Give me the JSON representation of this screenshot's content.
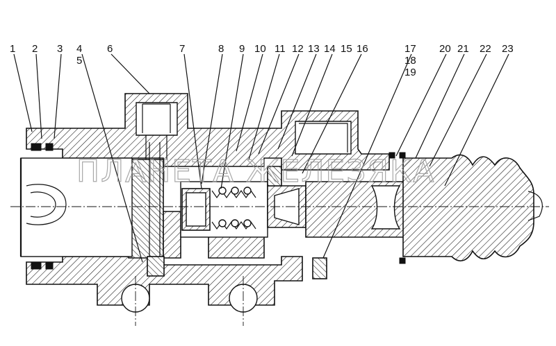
{
  "diagram": {
    "callouts": [
      "1",
      "2",
      "3",
      "4",
      "5",
      "6",
      "7",
      "8",
      "9",
      "10",
      "11",
      "12",
      "13",
      "14",
      "15",
      "16",
      "17",
      "18",
      "19",
      "20",
      "21",
      "22",
      "23"
    ],
    "watermark": "ПЛАНЕТА ЖЕЛЕЗЯКА"
  }
}
